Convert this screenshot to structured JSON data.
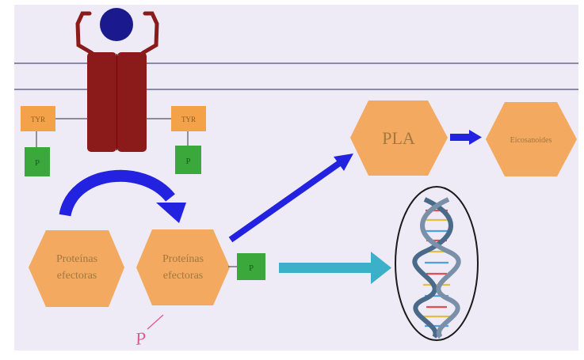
{
  "diagram": {
    "receptor": {
      "tyr_left": "TYR",
      "tyr_right": "TYR",
      "p_left": "P",
      "p_right": "P"
    },
    "effector_1": {
      "line1": "Proteínas",
      "line2": "efectoras"
    },
    "effector_2": {
      "line1": "Proteínas",
      "line2": "efectoras"
    },
    "phospho_box": "P",
    "handwritten_p": "P",
    "pla": "PLA",
    "eicosanoids": "Eicosanoides"
  },
  "colors": {
    "background": "#eeeaf6",
    "hexagon": "#f3a95f",
    "receptor": "#8b1a1a",
    "ligand": "#1a1a8e",
    "phospho": "#3aa83a",
    "blue_arrow": "#2222e0",
    "cyan_arrow": "#3bb0c8",
    "membrane_line": "#6a6a8a",
    "handwritten": "#e05a8a"
  }
}
